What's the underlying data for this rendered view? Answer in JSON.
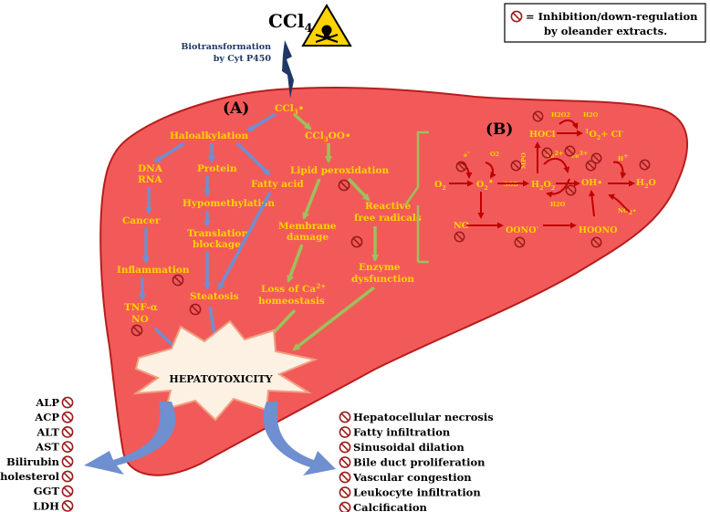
{
  "header": {
    "toxin": "CCl",
    "toxin_sub": "4",
    "biotransformation_line1": "Biotransformation",
    "biotransformation_line2": "by Cyt P450"
  },
  "legend": {
    "line1": "= Inhibition/down-regulation",
    "line2": "by oleander extracts."
  },
  "panel_a": {
    "label": "(A)",
    "ccl3": "CCl",
    "ccl3_sub": "3",
    "haloalkylation": "Haloalkylation",
    "ccl3oo_prefix": "CCl",
    "ccl3oo_sub": "3",
    "ccl3oo_suffix": "OO•",
    "dna": "DNA",
    "rna": "RNA",
    "protein": "Protein",
    "fatty_acid": "Fatty acid",
    "lipid_peroxidation": "Lipid peroxidation",
    "cancer": "Cancer",
    "hypomethylation": "Hypomethylation",
    "reactive": "Reactive",
    "free_radicals": "free radicals",
    "translation": "Translation",
    "blockage": "blockage",
    "membrane": "Membrane",
    "damage": "damage",
    "inflammation": "Inflammation",
    "enzyme": "Enzyme",
    "dysfunction": "dysfunction",
    "loss_ca": "Loss of Ca",
    "loss_ca_sup": "2+",
    "homeostasis": "homeostasis",
    "steatosis": "Steatosis",
    "tnf": "TNF-α",
    "no": "NO",
    "hepatotoxicity": "HEPATOTOXICITY"
  },
  "panel_b": {
    "label": "(B)",
    "o2": "O",
    "o2_sub": "2",
    "superoxide": "O",
    "superoxide_sub": "2",
    "superoxide_sup": "•",
    "h2o2": "H",
    "h2o2_sub1": "2",
    "h2o2_mid": "O",
    "h2o2_sub2": "2",
    "hocl": "HOCl",
    "singlet_o2": "O",
    "singlet_sup": "1",
    "singlet_sub": "2",
    "cl_minus": "+ Cl",
    "cl_sup": "-",
    "oh": "OH•",
    "h2o": "H",
    "h2o_sub": "2",
    "h2o_o": "O",
    "no": "NO",
    "peroxynitrite": "OONO",
    "peroxynitrite_sup": "-",
    "hoono": "HOONO",
    "e_minus": "e",
    "sod": "SOD",
    "mpo": "MPO",
    "fe2": "Fe",
    "fe2_sup": "2+",
    "fe3": "Fe",
    "fe3_sup": "3+",
    "h_plus": "H",
    "no2": "NO",
    "no2_sub": "2",
    "small_h2o2": "H2O2",
    "small_h2o_a": "H2O",
    "small_h2o_b": "H2O",
    "small_o2": "O2"
  },
  "biochemical_markers": [
    "ALP",
    "ACP",
    "ALT",
    "AST",
    "Bilirubin",
    "Cholesterol",
    "GGT",
    "LDH"
  ],
  "histopathology": [
    "Hepatocellular necrosis",
    "Fatty infiltration",
    "Sinusoidal dilation",
    "Bile duct proliferation",
    "Vascular congestion",
    "Leukocyte infiltration",
    "Calcification"
  ],
  "colors": {
    "liver": "#f25a5a",
    "liver_outline": "#b81d1d",
    "label_yellow": "#ffd400",
    "arrow_blue": "#6f8fd0",
    "arrow_green": "#9bc25a",
    "arrow_red": "#c00000",
    "inhibit_icon": "#9b1b1b"
  }
}
